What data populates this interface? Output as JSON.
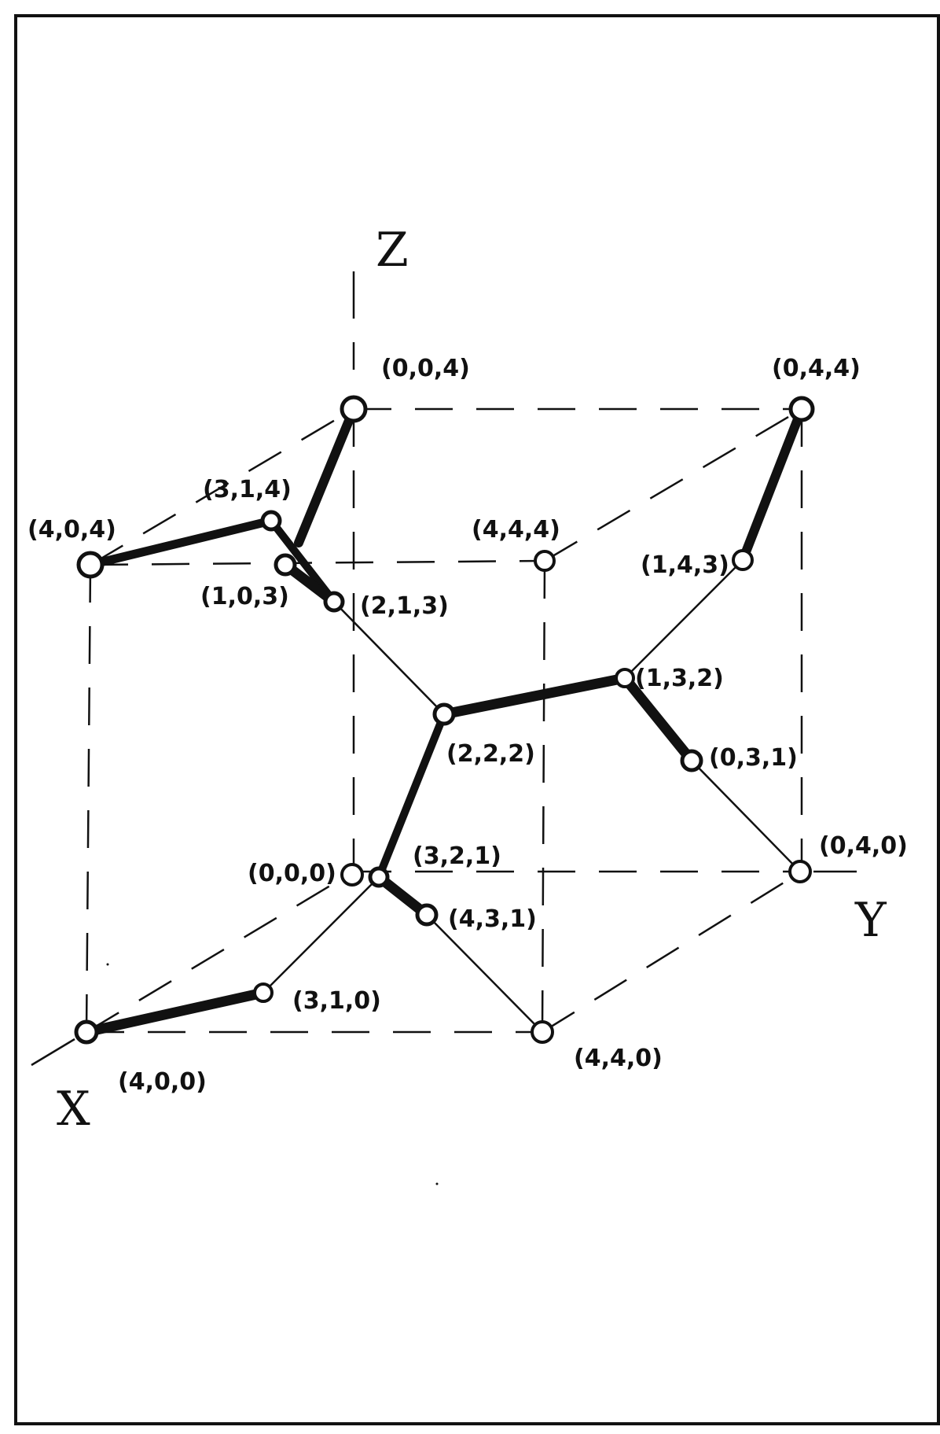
{
  "axes": {
    "x": "X",
    "y": "Y",
    "z": "Z"
  },
  "cube_vertices": [
    {
      "id": "v000",
      "label": "(0,0,0)"
    },
    {
      "id": "v400",
      "label": "(4,0,0)"
    },
    {
      "id": "v040",
      "label": "(0,4,0)"
    },
    {
      "id": "v440",
      "label": "(4,4,0)"
    },
    {
      "id": "v004",
      "label": "(0,0,4)"
    },
    {
      "id": "v404",
      "label": "(4,0,4)"
    },
    {
      "id": "v044",
      "label": "(0,4,4)"
    },
    {
      "id": "v444",
      "label": "(4,4,4)"
    }
  ],
  "inner_nodes": [
    {
      "id": "n222",
      "label": "(2,2,2)"
    },
    {
      "id": "n132",
      "label": "(1,3,2)"
    },
    {
      "id": "n321",
      "label": "(3,2,1)"
    },
    {
      "id": "n213",
      "label": "(2,1,3)"
    },
    {
      "id": "n143",
      "label": "(1,4,3)"
    },
    {
      "id": "n031",
      "label": "(0,3,1)"
    },
    {
      "id": "n431",
      "label": "(4,3,1)"
    },
    {
      "id": "n310",
      "label": "(3,1,0)"
    },
    {
      "id": "n314",
      "label": "(3,1,4)"
    },
    {
      "id": "n103",
      "label": "(1,0,3)"
    }
  ],
  "colors": {
    "ink": "#111111",
    "background": "#ffffff"
  }
}
